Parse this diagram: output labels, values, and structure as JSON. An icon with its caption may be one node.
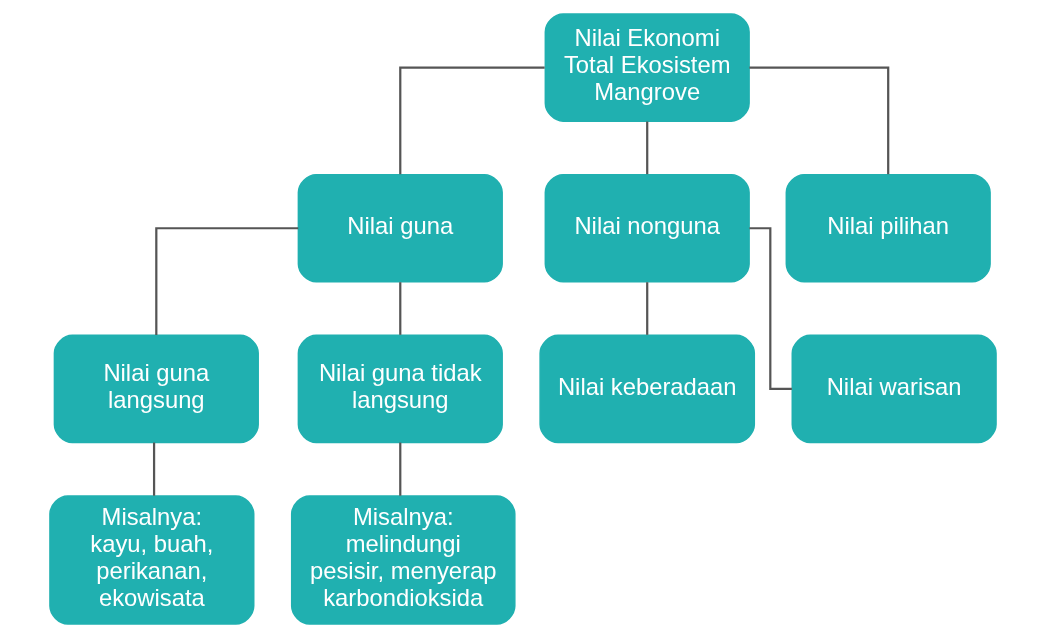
{
  "diagram": {
    "nodes": [
      {
        "text": [
          "Nilai Ekonomi Total Ekosistem Mangrove"
        ]
      },
      {
        "text": [
          "Nilai guna"
        ]
      },
      {
        "text": [
          "Nilai nonguna"
        ]
      },
      {
        "text": [
          "Nilai pilihan"
        ]
      },
      {
        "text": [
          "Nilai guna langsung"
        ]
      },
      {
        "text": [
          "Nilai guna tidak langsung"
        ]
      },
      {
        "text": [
          "Nilai keberadaan"
        ]
      },
      {
        "text": [
          "Nilai warisan"
        ]
      },
      {
        "text": [
          "Misalnya:",
          "kayu, buah, perikanan, ekowisata"
        ]
      },
      {
        "text": [
          "Misalnya:",
          "melindungi pesisir, menyerap karbondioksida"
        ]
      }
    ],
    "edges": [
      {
        "from": 0,
        "to": 1,
        "arrow": "none"
      },
      {
        "from": 0,
        "to": 2,
        "arrow": "none"
      },
      {
        "from": 0,
        "to": 3,
        "arrow": "none"
      },
      {
        "from": 1,
        "to": 4,
        "arrow": "none"
      },
      {
        "from": 1,
        "to": 5,
        "arrow": "none"
      },
      {
        "from": 2,
        "to": 6,
        "arrow": "none"
      },
      {
        "from": 2,
        "to": 7,
        "arrow": "none"
      },
      {
        "from": 4,
        "to": 8,
        "arrow": "none"
      },
      {
        "from": 5,
        "to": 9,
        "arrow": "none"
      }
    ]
  }
}
